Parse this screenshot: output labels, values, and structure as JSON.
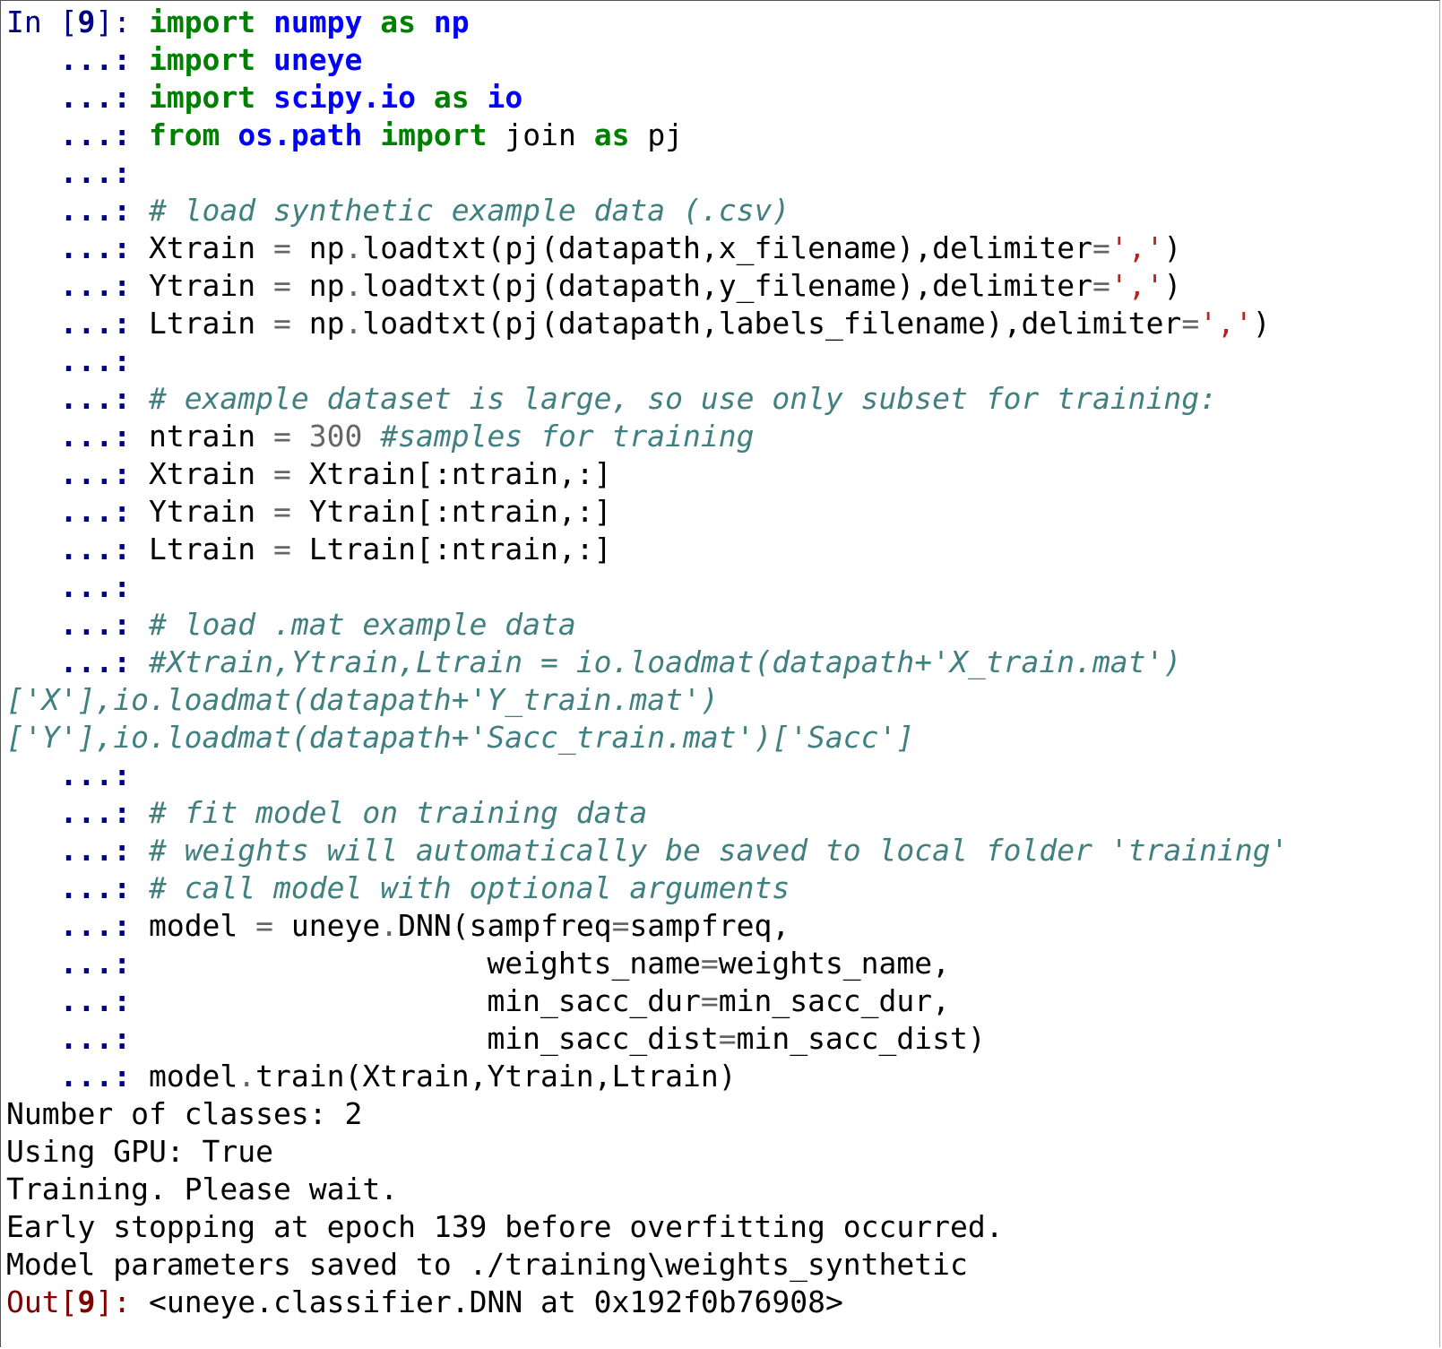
{
  "colors": {
    "keyword": "#008000",
    "module": "#0000ff",
    "comment": "#408080",
    "string": "#ba2121",
    "number": "#666666",
    "prompt_in": "#000080",
    "prompt_out": "#800000",
    "text": "#000000",
    "background": "#ffffff"
  },
  "console": {
    "lines": [
      {
        "kind": "input",
        "tokens": [
          {
            "t": "In [",
            "c": "prompt-in"
          },
          {
            "t": "9",
            "c": "prompt-in-num"
          },
          {
            "t": "]: ",
            "c": "prompt-in"
          },
          {
            "t": "import",
            "c": "kw"
          },
          {
            "t": " ",
            "c": "plain"
          },
          {
            "t": "numpy",
            "c": "mod"
          },
          {
            "t": " ",
            "c": "plain"
          },
          {
            "t": "as",
            "c": "kw"
          },
          {
            "t": " ",
            "c": "plain"
          },
          {
            "t": "np",
            "c": "mod"
          }
        ]
      },
      {
        "kind": "continuation",
        "tokens": [
          {
            "t": "   ...: ",
            "c": "prompt-cont"
          },
          {
            "t": "import",
            "c": "kw"
          },
          {
            "t": " ",
            "c": "plain"
          },
          {
            "t": "uneye",
            "c": "mod"
          }
        ]
      },
      {
        "kind": "continuation",
        "tokens": [
          {
            "t": "   ...: ",
            "c": "prompt-cont"
          },
          {
            "t": "import",
            "c": "kw"
          },
          {
            "t": " ",
            "c": "plain"
          },
          {
            "t": "scipy.io",
            "c": "mod"
          },
          {
            "t": " ",
            "c": "plain"
          },
          {
            "t": "as",
            "c": "kw"
          },
          {
            "t": " ",
            "c": "plain"
          },
          {
            "t": "io",
            "c": "mod"
          }
        ]
      },
      {
        "kind": "continuation",
        "tokens": [
          {
            "t": "   ...: ",
            "c": "prompt-cont"
          },
          {
            "t": "from",
            "c": "kw"
          },
          {
            "t": " ",
            "c": "plain"
          },
          {
            "t": "os.path",
            "c": "mod"
          },
          {
            "t": " ",
            "c": "plain"
          },
          {
            "t": "import",
            "c": "kw"
          },
          {
            "t": " join ",
            "c": "plain"
          },
          {
            "t": "as",
            "c": "kw"
          },
          {
            "t": " pj",
            "c": "plain"
          }
        ]
      },
      {
        "kind": "continuation",
        "tokens": [
          {
            "t": "   ...:",
            "c": "prompt-cont"
          }
        ]
      },
      {
        "kind": "continuation",
        "tokens": [
          {
            "t": "   ...: ",
            "c": "prompt-cont"
          },
          {
            "t": "# load synthetic example data (.csv)",
            "c": "cmt"
          }
        ]
      },
      {
        "kind": "continuation",
        "tokens": [
          {
            "t": "   ...: ",
            "c": "prompt-cont"
          },
          {
            "t": "Xtrain ",
            "c": "plain"
          },
          {
            "t": "=",
            "c": "op"
          },
          {
            "t": " np",
            "c": "plain"
          },
          {
            "t": ".",
            "c": "op"
          },
          {
            "t": "loadtxt(pj(datapath,x_filename),delimiter",
            "c": "plain"
          },
          {
            "t": "=",
            "c": "op"
          },
          {
            "t": "','",
            "c": "str"
          },
          {
            "t": ")",
            "c": "plain"
          }
        ]
      },
      {
        "kind": "continuation",
        "tokens": [
          {
            "t": "   ...: ",
            "c": "prompt-cont"
          },
          {
            "t": "Ytrain ",
            "c": "plain"
          },
          {
            "t": "=",
            "c": "op"
          },
          {
            "t": " np",
            "c": "plain"
          },
          {
            "t": ".",
            "c": "op"
          },
          {
            "t": "loadtxt(pj(datapath,y_filename),delimiter",
            "c": "plain"
          },
          {
            "t": "=",
            "c": "op"
          },
          {
            "t": "','",
            "c": "str"
          },
          {
            "t": ")",
            "c": "plain"
          }
        ]
      },
      {
        "kind": "continuation",
        "tokens": [
          {
            "t": "   ...: ",
            "c": "prompt-cont"
          },
          {
            "t": "Ltrain ",
            "c": "plain"
          },
          {
            "t": "=",
            "c": "op"
          },
          {
            "t": " np",
            "c": "plain"
          },
          {
            "t": ".",
            "c": "op"
          },
          {
            "t": "loadtxt(pj(datapath,labels_filename),delimiter",
            "c": "plain"
          },
          {
            "t": "=",
            "c": "op"
          },
          {
            "t": "','",
            "c": "str"
          },
          {
            "t": ")",
            "c": "plain"
          }
        ]
      },
      {
        "kind": "continuation",
        "tokens": [
          {
            "t": "   ...:",
            "c": "prompt-cont"
          }
        ]
      },
      {
        "kind": "continuation",
        "tokens": [
          {
            "t": "   ...: ",
            "c": "prompt-cont"
          },
          {
            "t": "# example dataset is large, so use only subset for training:",
            "c": "cmt"
          }
        ]
      },
      {
        "kind": "continuation",
        "tokens": [
          {
            "t": "   ...: ",
            "c": "prompt-cont"
          },
          {
            "t": "ntrain ",
            "c": "plain"
          },
          {
            "t": "=",
            "c": "op"
          },
          {
            "t": " ",
            "c": "plain"
          },
          {
            "t": "300",
            "c": "num"
          },
          {
            "t": " ",
            "c": "plain"
          },
          {
            "t": "#samples for training",
            "c": "cmt"
          }
        ]
      },
      {
        "kind": "continuation",
        "tokens": [
          {
            "t": "   ...: ",
            "c": "prompt-cont"
          },
          {
            "t": "Xtrain ",
            "c": "plain"
          },
          {
            "t": "=",
            "c": "op"
          },
          {
            "t": " Xtrain[:ntrain,:]",
            "c": "plain"
          }
        ]
      },
      {
        "kind": "continuation",
        "tokens": [
          {
            "t": "   ...: ",
            "c": "prompt-cont"
          },
          {
            "t": "Ytrain ",
            "c": "plain"
          },
          {
            "t": "=",
            "c": "op"
          },
          {
            "t": " Ytrain[:ntrain,:]",
            "c": "plain"
          }
        ]
      },
      {
        "kind": "continuation",
        "tokens": [
          {
            "t": "   ...: ",
            "c": "prompt-cont"
          },
          {
            "t": "Ltrain ",
            "c": "plain"
          },
          {
            "t": "=",
            "c": "op"
          },
          {
            "t": " Ltrain[:ntrain,:]",
            "c": "plain"
          }
        ]
      },
      {
        "kind": "continuation",
        "tokens": [
          {
            "t": "   ...:",
            "c": "prompt-cont"
          }
        ]
      },
      {
        "kind": "continuation",
        "tokens": [
          {
            "t": "   ...: ",
            "c": "prompt-cont"
          },
          {
            "t": "# load .mat example data",
            "c": "cmt"
          }
        ]
      },
      {
        "kind": "continuation",
        "tokens": [
          {
            "t": "   ...: ",
            "c": "prompt-cont"
          },
          {
            "t": "#Xtrain,Ytrain,Ltrain = io.loadmat(datapath+'X_train.mat')",
            "c": "cmt"
          }
        ]
      },
      {
        "kind": "wrapped",
        "tokens": [
          {
            "t": "['X'],io.loadmat(datapath+'Y_train.mat')",
            "c": "cmt"
          }
        ]
      },
      {
        "kind": "wrapped",
        "tokens": [
          {
            "t": "['Y'],io.loadmat(datapath+'Sacc_train.mat')['Sacc']",
            "c": "cmt"
          }
        ]
      },
      {
        "kind": "continuation",
        "tokens": [
          {
            "t": "   ...:",
            "c": "prompt-cont"
          }
        ]
      },
      {
        "kind": "continuation",
        "tokens": [
          {
            "t": "   ...: ",
            "c": "prompt-cont"
          },
          {
            "t": "# fit model on training data",
            "c": "cmt"
          }
        ]
      },
      {
        "kind": "continuation",
        "tokens": [
          {
            "t": "   ...: ",
            "c": "prompt-cont"
          },
          {
            "t": "# weights will automatically be saved to local folder 'training'",
            "c": "cmt"
          }
        ]
      },
      {
        "kind": "continuation",
        "tokens": [
          {
            "t": "   ...: ",
            "c": "prompt-cont"
          },
          {
            "t": "# call model with optional arguments",
            "c": "cmt"
          }
        ]
      },
      {
        "kind": "continuation",
        "tokens": [
          {
            "t": "   ...: ",
            "c": "prompt-cont"
          },
          {
            "t": "model ",
            "c": "plain"
          },
          {
            "t": "=",
            "c": "op"
          },
          {
            "t": " uneye",
            "c": "plain"
          },
          {
            "t": ".",
            "c": "op"
          },
          {
            "t": "DNN(sampfreq",
            "c": "plain"
          },
          {
            "t": "=",
            "c": "op"
          },
          {
            "t": "sampfreq,",
            "c": "plain"
          }
        ]
      },
      {
        "kind": "continuation",
        "tokens": [
          {
            "t": "   ...:                    ",
            "c": "prompt-cont"
          },
          {
            "t": "weights_name",
            "c": "plain"
          },
          {
            "t": "=",
            "c": "op"
          },
          {
            "t": "weights_name,",
            "c": "plain"
          }
        ]
      },
      {
        "kind": "continuation",
        "tokens": [
          {
            "t": "   ...:                    ",
            "c": "prompt-cont"
          },
          {
            "t": "min_sacc_dur",
            "c": "plain"
          },
          {
            "t": "=",
            "c": "op"
          },
          {
            "t": "min_sacc_dur,",
            "c": "plain"
          }
        ]
      },
      {
        "kind": "continuation",
        "tokens": [
          {
            "t": "   ...:                    ",
            "c": "prompt-cont"
          },
          {
            "t": "min_sacc_dist",
            "c": "plain"
          },
          {
            "t": "=",
            "c": "op"
          },
          {
            "t": "min_sacc_dist)",
            "c": "plain"
          }
        ]
      },
      {
        "kind": "continuation",
        "tokens": [
          {
            "t": "   ...: ",
            "c": "prompt-cont"
          },
          {
            "t": "model",
            "c": "plain"
          },
          {
            "t": ".",
            "c": "op"
          },
          {
            "t": "train(Xtrain,Ytrain,Ltrain)",
            "c": "plain"
          }
        ]
      },
      {
        "kind": "output",
        "tokens": [
          {
            "t": "Number of classes: 2",
            "c": "out"
          }
        ]
      },
      {
        "kind": "output",
        "tokens": [
          {
            "t": "Using GPU: True",
            "c": "out"
          }
        ]
      },
      {
        "kind": "output",
        "tokens": [
          {
            "t": "Training. Please wait.",
            "c": "out"
          }
        ]
      },
      {
        "kind": "output",
        "tokens": [
          {
            "t": "Early stopping at epoch 139 before overfitting occurred.",
            "c": "out"
          }
        ]
      },
      {
        "kind": "output",
        "tokens": [
          {
            "t": "Model parameters saved to ./training\\weights_synthetic",
            "c": "out"
          }
        ]
      },
      {
        "kind": "result",
        "tokens": [
          {
            "t": "Out[",
            "c": "prompt-out"
          },
          {
            "t": "9",
            "c": "prompt-out-num"
          },
          {
            "t": "]: ",
            "c": "prompt-out"
          },
          {
            "t": "<uneye.classifier.DNN at 0x192f0b76908>",
            "c": "out"
          }
        ]
      }
    ]
  }
}
